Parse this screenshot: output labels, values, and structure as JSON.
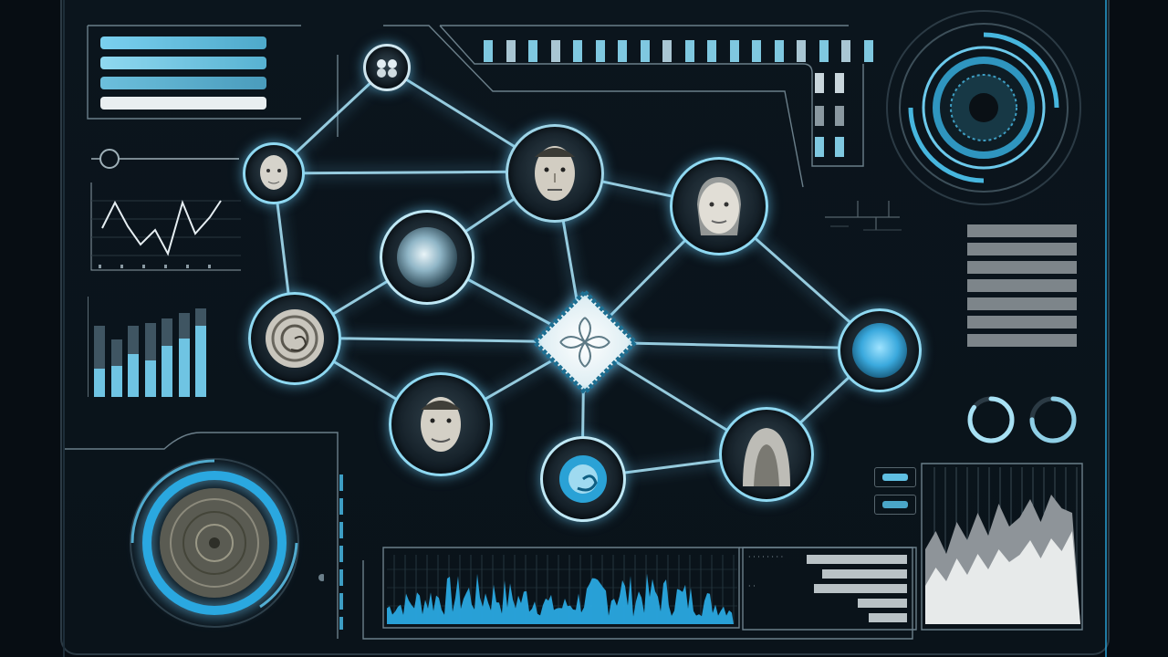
{
  "dashboard": {
    "center_hub_icon": "ornament-diamond-icon",
    "top_node_icon": "cluster-icon",
    "nodes": [
      {
        "name": "face-node-left",
        "icon": "face-icon"
      },
      {
        "name": "face-node-top-center",
        "icon": "face-icon"
      },
      {
        "name": "face-node-top-right",
        "icon": "face-icon"
      },
      {
        "name": "orb-node-upper-left",
        "icon": "orb-icon"
      },
      {
        "name": "spiral-node-left",
        "icon": "spiral-icon"
      },
      {
        "name": "face-node-bottom-center",
        "icon": "face-icon"
      },
      {
        "name": "swirl-node-bottom",
        "icon": "swirl-icon"
      },
      {
        "name": "hooded-node-bottom-right",
        "icon": "hooded-figure-icon"
      },
      {
        "name": "orb-node-right",
        "icon": "orb-icon"
      }
    ]
  },
  "colors": {
    "accent": "#7fd3f0",
    "accent_bright": "#2aa8e0",
    "panel_line": "#6b7f8a",
    "background": "#070d13"
  },
  "left_bars": {
    "levels": [
      0.72,
      0.58,
      0.72,
      0.75,
      0.8,
      0.85,
      0.9
    ],
    "primary_fraction": [
      0.4,
      0.55,
      0.6,
      0.5,
      0.65,
      0.7,
      0.8
    ]
  },
  "right_bars_bottom_list": {
    "rows": [
      {
        "label": "· · · · · · · ·",
        "level": 0.65
      },
      {
        "label": "",
        "level": 0.55
      },
      {
        "label": "· ·",
        "level": 0.6
      },
      {
        "label": "",
        "level": 0.32
      },
      {
        "label": "",
        "level": 0.25
      }
    ]
  },
  "ring_gauges": {
    "left_fill": 0.85,
    "right_fill": 0.75
  }
}
